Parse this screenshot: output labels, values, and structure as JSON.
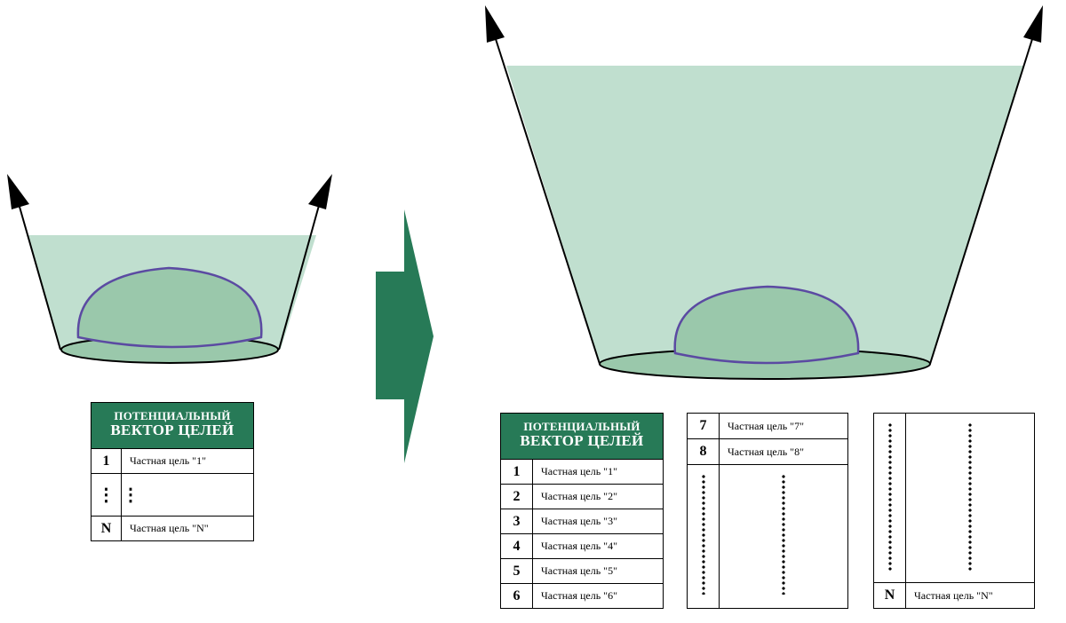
{
  "colors": {
    "funnel_fill": "#c0dfcf",
    "dome_fill": "#9ac8ab",
    "dome_outline": "#5b4aa2",
    "arrow_fill": "#277a57",
    "header_fill": "#277a57"
  },
  "left_table": {
    "header_line1": "ПОТЕНЦИАЛЬНЫЙ",
    "header_line2": "ВЕКТОР ЦЕЛЕЙ",
    "rows": [
      {
        "num": "1",
        "text": "Частная цель \"1\""
      },
      {
        "num": "⋮",
        "text": "⋮"
      },
      {
        "num": "N",
        "text": "Частная цель \"N\""
      }
    ]
  },
  "right_table_1": {
    "header_line1": "ПОТЕНЦИАЛЬНЫЙ",
    "header_line2": "ВЕКТОР ЦЕЛЕЙ",
    "rows": [
      {
        "num": "1",
        "text": "Частная цель \"1\""
      },
      {
        "num": "2",
        "text": "Частная цель \"2\""
      },
      {
        "num": "3",
        "text": "Частная цель \"3\""
      },
      {
        "num": "4",
        "text": "Частная цель \"4\""
      },
      {
        "num": "5",
        "text": "Частная цель \"5\""
      },
      {
        "num": "6",
        "text": "Частная цель \"6\""
      }
    ]
  },
  "right_table_2": {
    "rows": [
      {
        "num": "7",
        "text": "Частная цель \"7\""
      },
      {
        "num": "8",
        "text": "Частная цель \"8\""
      }
    ]
  },
  "right_table_3": {
    "rows": [
      {
        "num": "N",
        "text": "Частная цель \"N\""
      }
    ]
  }
}
